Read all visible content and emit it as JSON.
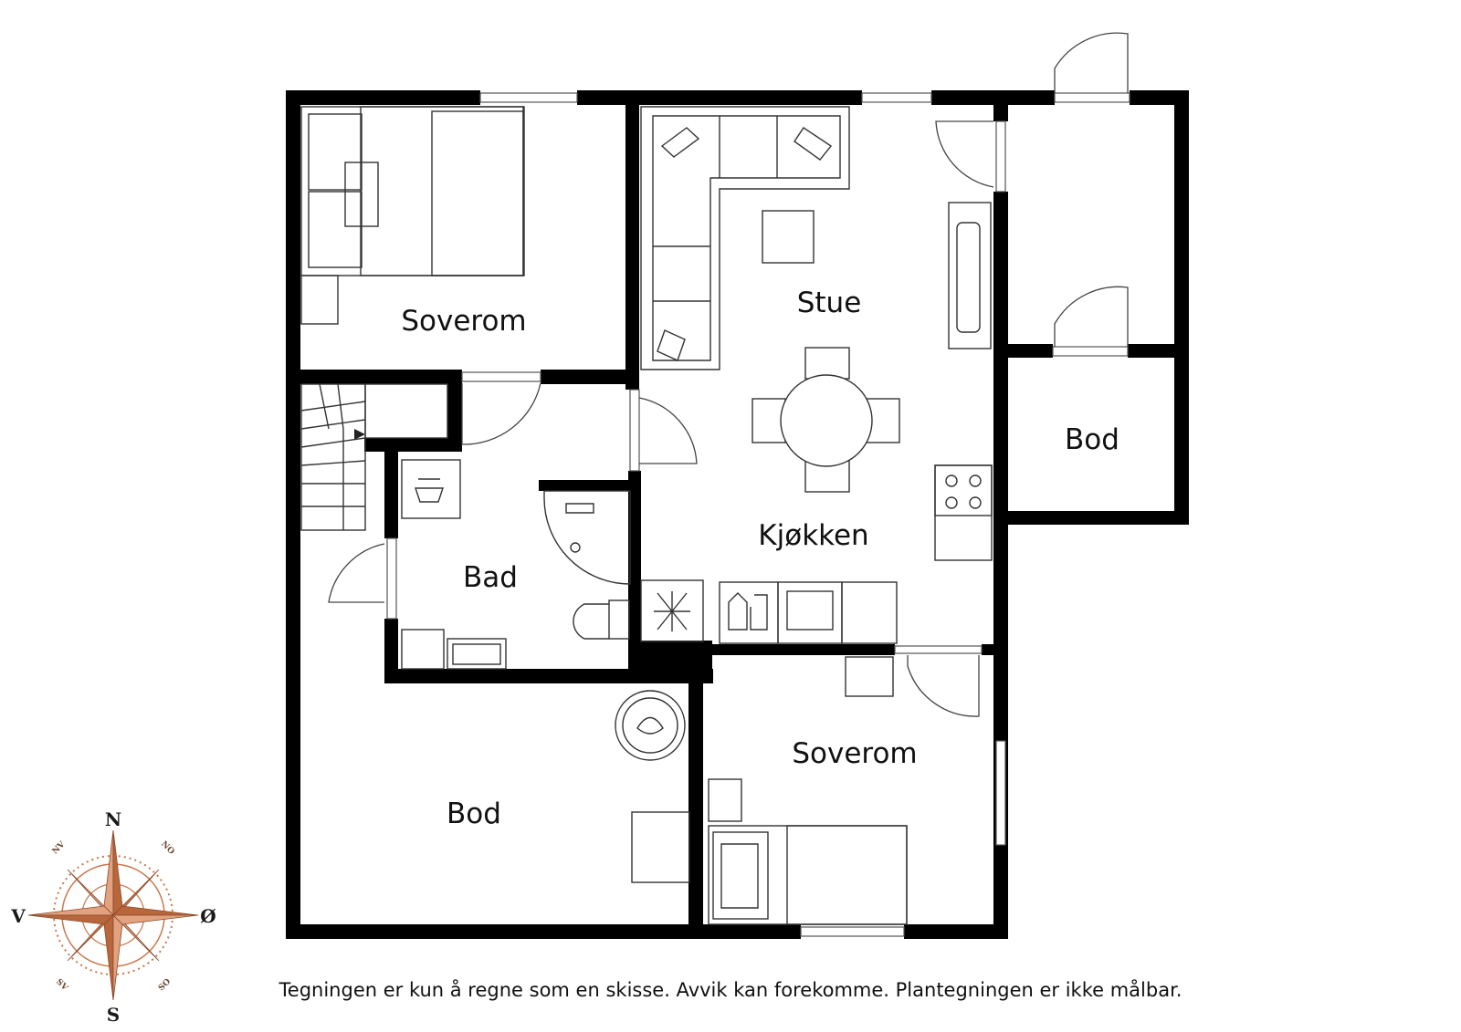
{
  "rooms": {
    "soverom_top": "Soverom",
    "stue": "Stue",
    "kjokken": "Kjøkken",
    "bod_right": "Bod",
    "bad": "Bad",
    "bod_bottom": "Bod",
    "soverom_bottom": "Soverom"
  },
  "compass": {
    "n": "N",
    "s": "S",
    "v": "V",
    "o": "Ø",
    "nv": "NV",
    "no": "NO",
    "sv": "SV",
    "so": "SO",
    "accent_color": "#c9774a"
  },
  "disclaimer": "Tegningen er kun å regne som en skisse. Avvik kan forekomme. Plantegningen er ikke målbar."
}
